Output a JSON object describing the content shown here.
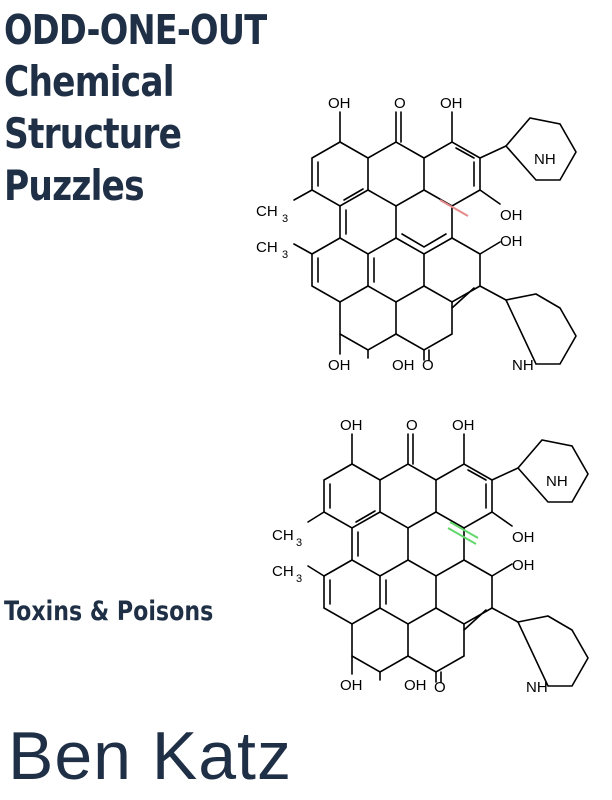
{
  "cover": {
    "title_lines": [
      "ODD-ONE-OUT",
      "Chemical",
      "Structure",
      "Puzzles"
    ],
    "subtitle": "Toxins & Poisons",
    "author": "Ben Katz"
  },
  "molecule": {
    "labels": {
      "oh": "OH",
      "carbonyl_o": "O",
      "methyl_c": "CH",
      "methyl_sub": "3",
      "amine_n": "NH",
      "amine_h": "H"
    },
    "highlight_colors": {
      "top_structure": "#e58a8a",
      "bottom_structure": "#62d86a"
    }
  }
}
